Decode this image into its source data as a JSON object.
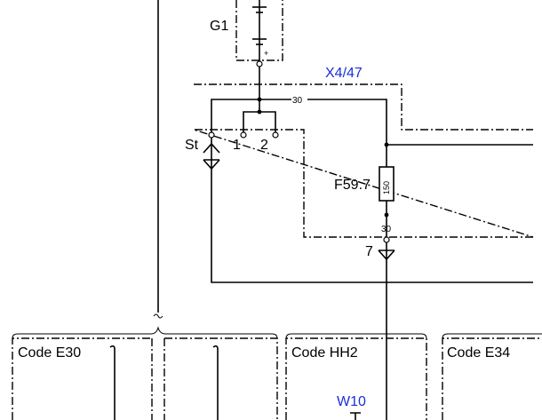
{
  "generator": {
    "label": "G1",
    "polarity_plus": "+"
  },
  "connector_main": {
    "label": "X4/47",
    "pin_30_top": "30"
  },
  "switch": {
    "start_label": "St",
    "pos1": "1",
    "pos2": "2"
  },
  "fuse": {
    "label": "F59.7",
    "rating": "150",
    "pin_30": "30"
  },
  "connector_pin": {
    "label": "7"
  },
  "code_boxes": [
    {
      "label": "Code E30"
    },
    {
      "label": "Code HH2"
    },
    {
      "label": "Code E34"
    }
  ],
  "wire_label": {
    "label": "W10"
  },
  "colors": {
    "link_blue": "#1a2fd6",
    "line": "#000000"
  }
}
